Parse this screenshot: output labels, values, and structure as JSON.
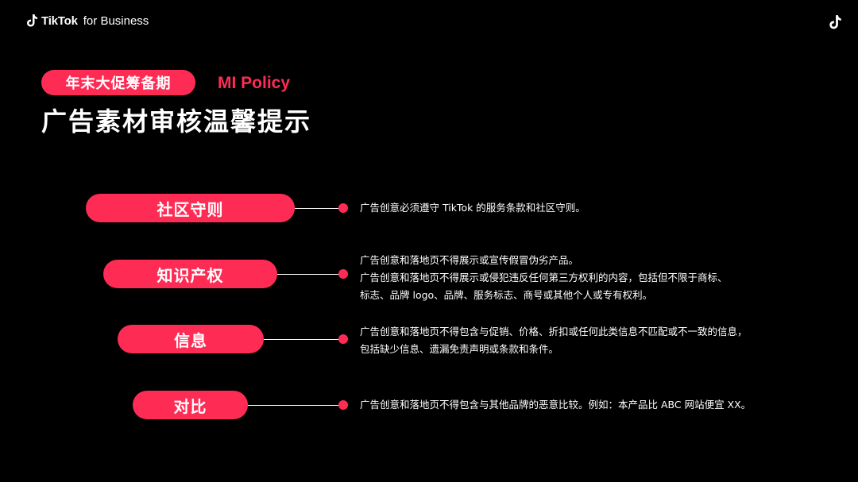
{
  "brand": {
    "name": "TikTok",
    "suffix": "for Business",
    "logo_icon": "music-note-icon"
  },
  "header": {
    "badge": "年末大促筹备期",
    "policy_label": "MI Policy",
    "title": "广告素材审核温馨提示"
  },
  "colors": {
    "background": "#000000",
    "accent": "#fe2c55",
    "text": "#ffffff"
  },
  "items": [
    {
      "label": "社区守则",
      "lines": [
        "广告创意必须遵守 TikTok 的服务条款和社区守则。"
      ]
    },
    {
      "label": "知识产权",
      "lines": [
        "广告创意和落地页不得展示或宣传假冒伪劣产品。",
        "广告创意和落地页不得展示或侵犯违反任何第三方权利的内容，包括但不限于商标、",
        "标志、品牌 logo、品牌、服务标志、商号或其他个人或专有权利。"
      ]
    },
    {
      "label": "信息",
      "lines": [
        "广告创意和落地页不得包含与促销、价格、折扣或任何此类信息不匹配或不一致的信息，",
        "包括缺少信息、遗漏免责声明或条款和条件。"
      ]
    },
    {
      "label": "对比",
      "lines": [
        "广告创意和落地页不得包含与其他品牌的恶意比较。例如：本产品比 ABC 网站便宜 XX。"
      ]
    }
  ]
}
